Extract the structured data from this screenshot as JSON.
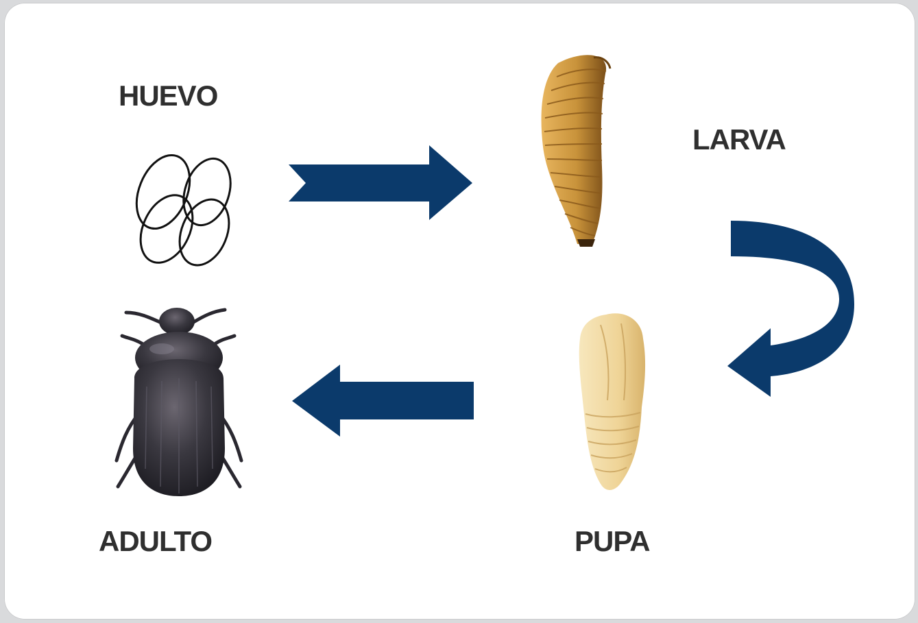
{
  "stages": {
    "egg": {
      "label": "HUEVO"
    },
    "larva": {
      "label": "LARVA"
    },
    "pupa": {
      "label": "PUPA"
    },
    "adult": {
      "label": "ADULTO"
    }
  },
  "colors": {
    "arrow": "#0b3a6b",
    "larva": "#c8923a",
    "pupa": "#f0d9a0",
    "beetle": "#3a3840",
    "label": "#2f2f2f"
  },
  "icons": {
    "egg": "egg-cluster-icon",
    "larva": "mealworm-larva-icon",
    "pupa": "pupa-icon",
    "adult": "darkling-beetle-icon",
    "arrows": [
      "arrow-right-icon",
      "curved-arrow-down-icon",
      "arrow-left-icon"
    ]
  }
}
